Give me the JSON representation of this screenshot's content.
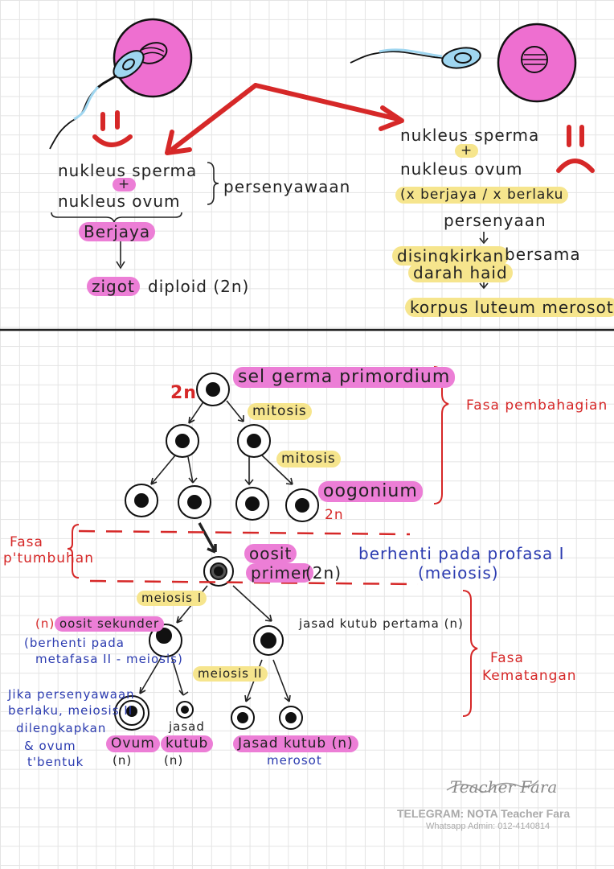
{
  "top_left": {
    "line1": "nukleus sperma",
    "plus": "+",
    "line2": "nukleus ovum",
    "process": "persenyawaan",
    "result": "Berjaya",
    "zigot": "zigot",
    "zigot_rest": "diploid (2n)"
  },
  "top_right": {
    "line1": "nukleus sperma",
    "plus": "+",
    "line2": "nukleus ovum",
    "status": "(x berjaya / x berlaku",
    "process": "persenyaan",
    "step1a": "disingkirkan",
    "step1b": "bersama",
    "step1c": "darah haid",
    "step2": "korpus luteum merosot"
  },
  "bottom": {
    "primordial": "sel germa primordium",
    "ploidy1": "2n",
    "mitosis1": "mitosis",
    "mitosis2": "mitosis",
    "oogonium": "oogonium",
    "ploidy2": "2n",
    "phase_division": "Fasa pembahagian",
    "phase_growth_1": "Fasa",
    "phase_growth_2": "p'tumbuhan",
    "oosit_primer_1": "oosit",
    "oosit_primer_2": "primer",
    "oosit_primer_ploidy": "(2n)",
    "arrest1_line1": "berhenti pada profasa I",
    "arrest1_line2": "(meiosis)",
    "meiosis1": "meiosis I",
    "secondary_ploidy": "(n)",
    "secondary_label": "oosit sekunder",
    "arrest2_line1": "(berhenti pada",
    "arrest2_line2": "metafasa II - meiosis)",
    "first_polar": "jasad kutub pertama (n)",
    "phase_maturation_1": "Fasa",
    "phase_maturation_2": "Kematangan",
    "meiosis2": "meiosis II",
    "note1": "Jika persenyawaan",
    "note2": "berlaku, meiosis II",
    "note3": "dilengkapkan",
    "note4": "& ovum",
    "note5": "t'bentuk",
    "ovum": "Ovum",
    "ovum_ploidy": "(n)",
    "small_jasad": "jasad",
    "kutub": "kutub",
    "kutub_ploidy": "(n)",
    "jasad_kutub": "Jasad kutub (n)",
    "merosot": "merosot"
  },
  "signature": {
    "name": "Teacher Fara",
    "telegram": "TELEGRAM: NOTA Teacher Fara",
    "whatsapp": "Whatsapp Admin: 012-4140814"
  },
  "colors": {
    "pink": "#ec7ed6",
    "yellow": "#f6e58d",
    "red": "#d62828",
    "blue": "#2b3bb0"
  }
}
